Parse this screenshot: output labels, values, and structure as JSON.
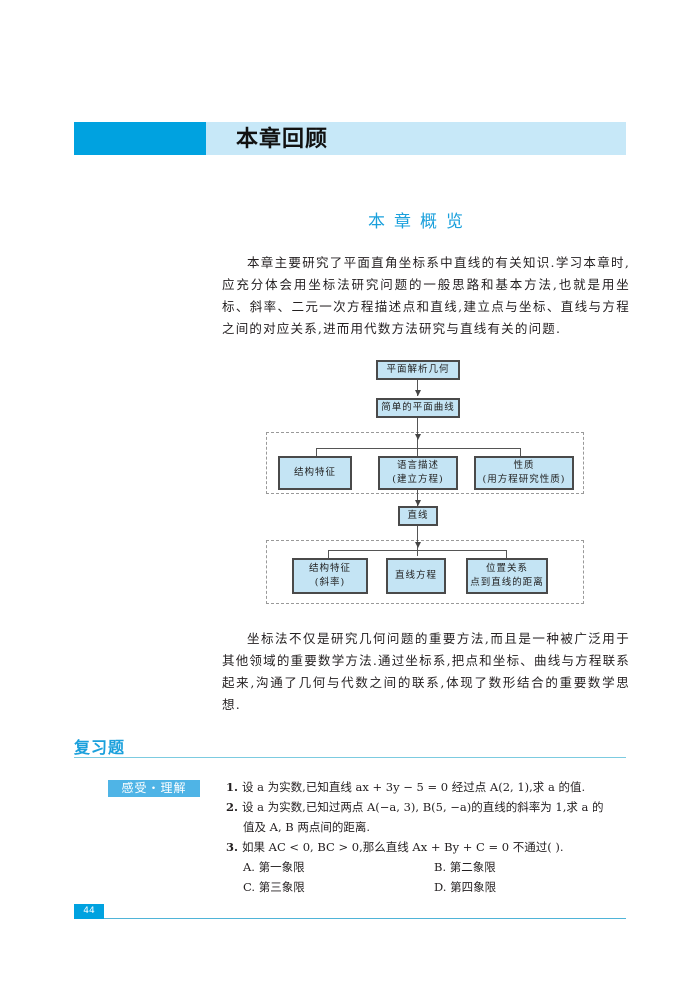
{
  "chapter": {
    "title": "本章回顾"
  },
  "overview": {
    "title": "本章概览",
    "paragraph1": "本章主要研究了平面直角坐标系中直线的有关知识.学习本章时,应充分体会用坐标法研究问题的一般思路和基本方法,也就是用坐标、斜率、二元一次方程描述点和直线,建立点与坐标、直线与方程之间的对应关系,进而用代数方法研究与直线有关的问题.",
    "paragraph2": "坐标法不仅是研究几何问题的重要方法,而且是一种被广泛用于其他领域的重要数学方法.通过坐标系,把点和坐标、曲线与方程联系起来,沟通了几何与代数之间的联系,体现了数形结合的重要数学思想."
  },
  "diagram": {
    "root": "平面解析几何",
    "level2": "简单的平面曲线",
    "group1": [
      {
        "line1": "结构特征",
        "line2": ""
      },
      {
        "line1": "语言描述",
        "line2": "(建立方程)"
      },
      {
        "line1": "性质",
        "line2": "(用方程研究性质)"
      }
    ],
    "level3": "直线",
    "group2": [
      {
        "line1": "结构特征",
        "line2": "(斜率)"
      },
      {
        "line1": "直线方程",
        "line2": ""
      },
      {
        "line1": "位置关系",
        "line2": "点到直线的距离"
      }
    ]
  },
  "review": {
    "title": "复习题",
    "tag": "感受・理解",
    "questions": [
      {
        "num": "1.",
        "text": "设 a 为实数,已知直线 ax + 3y − 5 = 0 经过点 A(2, 1),求 a 的值."
      },
      {
        "num": "2.",
        "text": "设 a 为实数,已知过两点 A(−a, 3), B(5, −a)的直线的斜率为 1,求 a 的",
        "text2": "值及 A, B 两点间的距离."
      },
      {
        "num": "3.",
        "text": "如果 AC < 0, BC > 0,那么直线 Ax + By + C = 0 不通过(      ).",
        "options": [
          "A. 第一象限",
          "B. 第二象限",
          "C. 第三象限",
          "D. 第四象限"
        ]
      }
    ]
  },
  "footer": {
    "page_number": "44"
  },
  "colors": {
    "accent": "#00a2e0",
    "accent_light": "#c7e8f8",
    "node_fill": "#c4e4f4"
  }
}
